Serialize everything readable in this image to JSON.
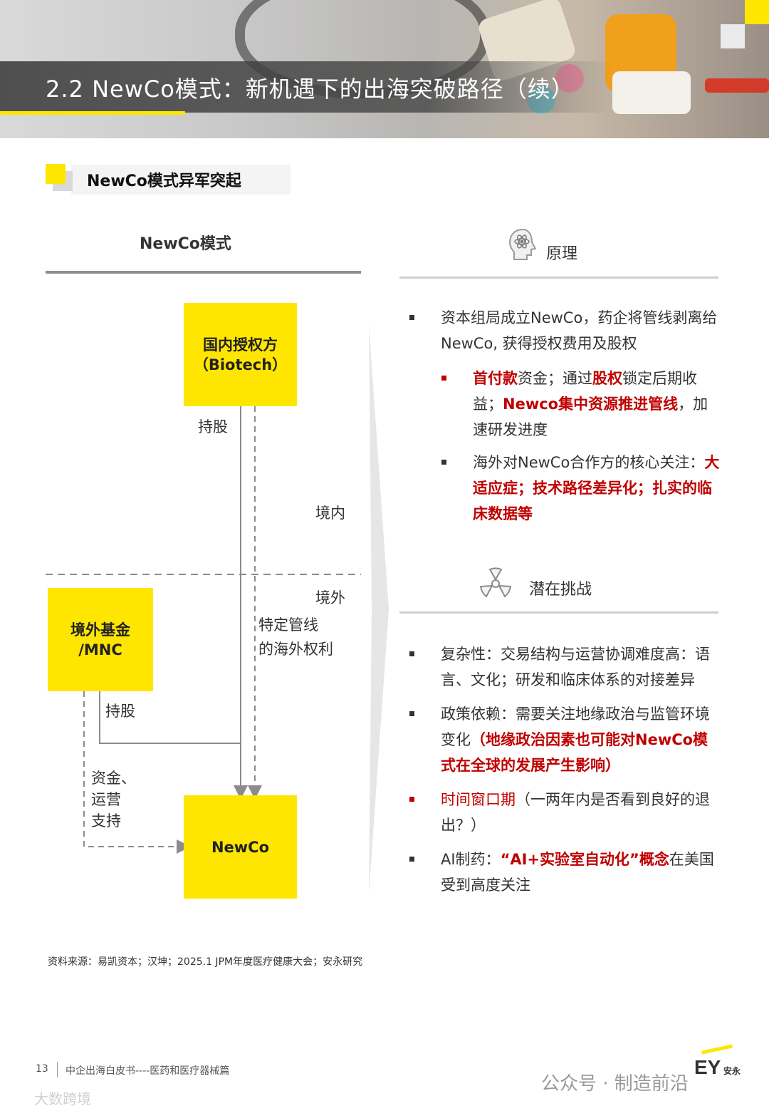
{
  "header": {
    "title": "2.2 NewCo模式：新机遇下的出海突破路径（续）"
  },
  "section_tag": "NewCo模式异军突起",
  "left": {
    "heading": "NewCo模式",
    "box_biotech": "国内授权方\n（Biotech）",
    "box_fund": "境外基金\n/MNC",
    "box_newco": "NewCo",
    "label_holding_1": "持股",
    "label_domestic": "境内",
    "label_overseas": "境外",
    "label_rights": "特定管线\n的海外权利",
    "label_holding_2": "持股",
    "label_support": "资金、\n运营\n支持"
  },
  "right": {
    "principle_heading": "原理",
    "principle_icon": "atom-head-icon",
    "principle_items": [
      {
        "text": "资本组局成立NewCo，药企将管线剥离给NewCo, 获得授权费用及股权"
      }
    ],
    "principle_sub": [
      {
        "parts": [
          {
            "t": "首付款",
            "style": "red-b"
          },
          {
            "t": "资金；通过",
            "style": ""
          },
          {
            "t": "股权",
            "style": "red-b"
          },
          {
            "t": "锁定后期收益；",
            "style": ""
          },
          {
            "t": "Newco集中资源推进管线",
            "style": "red-b"
          },
          {
            "t": "，加速研发进度",
            "style": ""
          }
        ],
        "marker": "red"
      },
      {
        "parts": [
          {
            "t": "海外对NewCo合作方的核心关注：",
            "style": ""
          },
          {
            "t": "大适应症；技术路径差异化；扎实的临床数据等",
            "style": "red-b"
          }
        ],
        "marker": "dark"
      }
    ],
    "challenge_heading": "潜在挑战",
    "challenge_icon": "hazard-icon",
    "challenge_items": [
      {
        "parts": [
          {
            "t": "复杂性：交易结构与运营协调难度高：语言、文化；研发和临床体系的对接差异",
            "style": ""
          }
        ],
        "marker": "dark"
      },
      {
        "parts": [
          {
            "t": "政策依赖：需要关注地缘政治与监管环境变化",
            "style": ""
          },
          {
            "t": "（地缘政治因素也可能对NewCo模式在全球的发展产生影响）",
            "style": "red-b"
          }
        ],
        "marker": "dark"
      },
      {
        "parts": [
          {
            "t": "时间窗口期",
            "style": "red"
          },
          {
            "t": "（一两年内是否看到良好的退出？）",
            "style": ""
          }
        ],
        "marker": "red"
      },
      {
        "parts": [
          {
            "t": "AI制药：",
            "style": ""
          },
          {
            "t": "“AI+实验室自动化”概念",
            "style": "red-b"
          },
          {
            "t": "在美国受到高度关注",
            "style": ""
          }
        ],
        "marker": "dark"
      }
    ]
  },
  "source": "资料来源：易凯资本；汉坤；2025.1 JPM年度医疗健康大会；安永研究",
  "footer": {
    "page": "13",
    "doc": "中企出海白皮书----医药和医疗器械篇",
    "logo": "EY",
    "logo_cn": "安永",
    "watermark": "公众号 · 制造前沿",
    "watermark2": "大数跨境"
  },
  "colors": {
    "accent_yellow": "#ffe600",
    "emphasis_red": "#c00000",
    "rule_gray": "#8c8c8c"
  }
}
